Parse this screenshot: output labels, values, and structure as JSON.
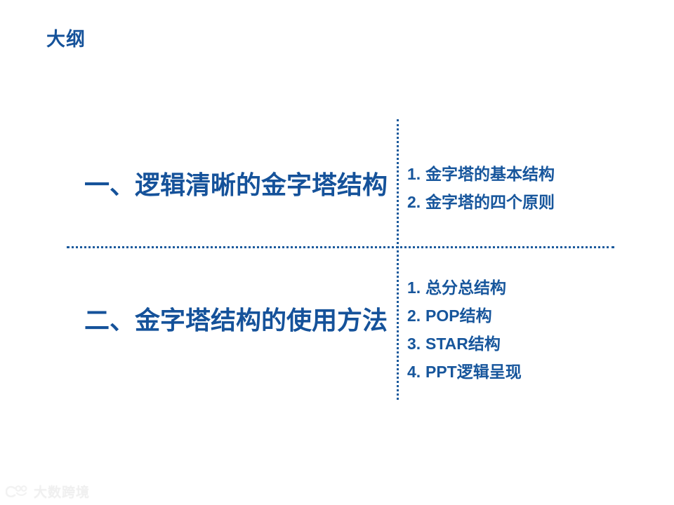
{
  "slide": {
    "title": "大纲",
    "accent_color": "#15529a",
    "list_color": "#17569c",
    "divider_color": "#1b5a9c",
    "background_color": "#ffffff"
  },
  "sections": [
    {
      "heading": "一、逻辑清晰的金字塔结构",
      "items": [
        {
          "num": "1.",
          "label": "金字塔的基本结构"
        },
        {
          "num": "2.",
          "label": "金字塔的四个原则"
        }
      ]
    },
    {
      "heading": "二、金字塔结构的使用方法",
      "items": [
        {
          "num": "1.",
          "label": "总分总结构"
        },
        {
          "num": "2.",
          "label": "POP结构"
        },
        {
          "num": "3.",
          "label": "STAR结构"
        },
        {
          "num": "4.",
          "label": "PPT逻辑呈现"
        }
      ]
    }
  ],
  "watermark": {
    "text": "大数跨境",
    "color": "#e4e4e4"
  }
}
